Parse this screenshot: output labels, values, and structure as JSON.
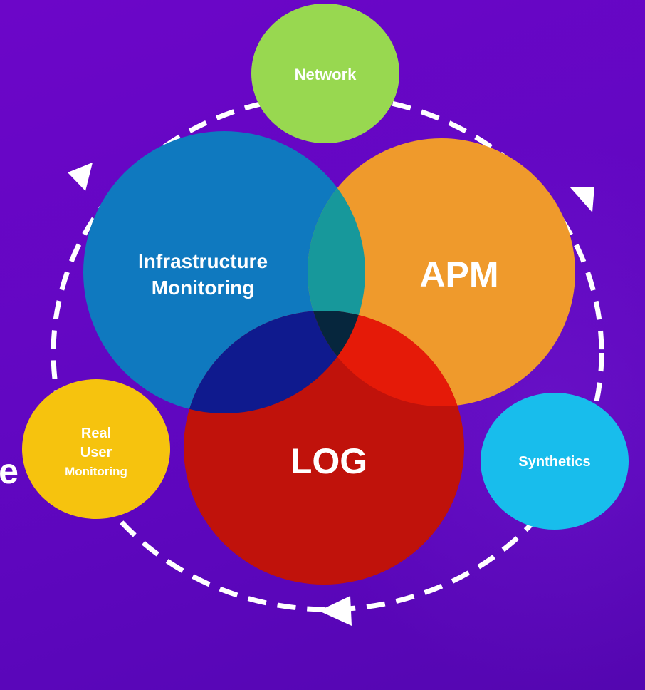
{
  "diagram": {
    "circles": {
      "infrastructure": {
        "line1": "Infrastructure",
        "line2": "Monitoring",
        "color": "#0f79bf"
      },
      "apm": {
        "label": "APM",
        "color": "#ef9a2c"
      },
      "log": {
        "label": "LOG",
        "color": "#c0120b"
      }
    },
    "satellites": {
      "network": {
        "label": "Network",
        "color": "#98d850"
      },
      "rum": {
        "line1": "Real",
        "line2": "User",
        "line3": "Monitoring",
        "color": "#f6c30e"
      },
      "synthetics": {
        "label": "Synthetics",
        "color": "#18bdec"
      }
    },
    "overlaps": {
      "infra_apm": "#17989b",
      "infra_log": "#0f1a8e",
      "apm_log": "#e51a08",
      "center": "#06263d"
    },
    "cycle_color": "#ffffff",
    "edge_text": "e"
  }
}
